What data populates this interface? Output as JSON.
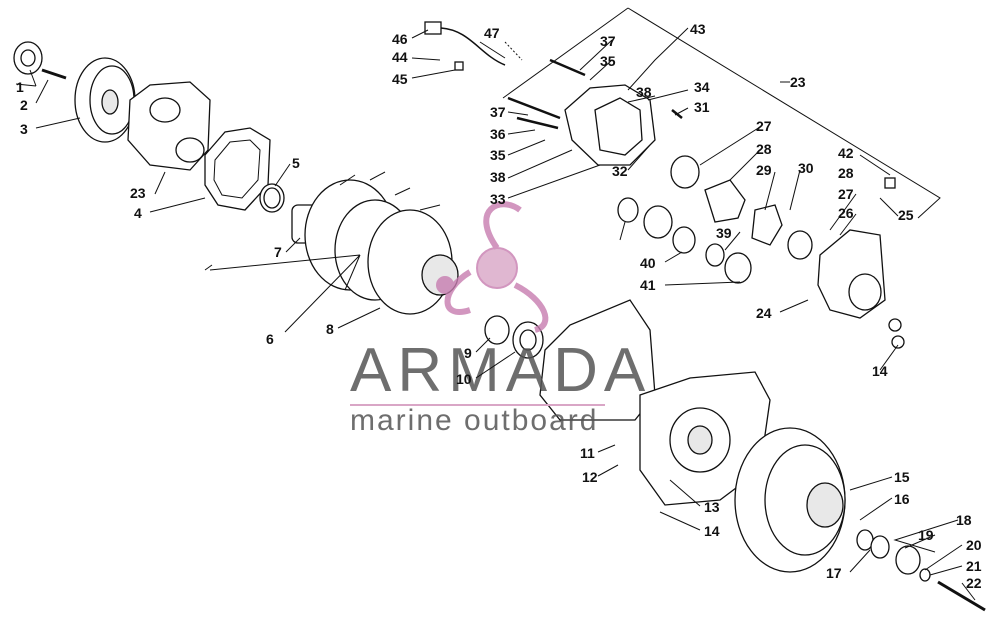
{
  "watermark": {
    "brand": "ARMADA",
    "tagline": "marine outboard",
    "logo_color": "#d9a6c6",
    "text_color": "#555555"
  },
  "callouts": [
    {
      "id": "c1",
      "label": "1"
    },
    {
      "id": "c2",
      "label": "2"
    },
    {
      "id": "c3",
      "label": "3"
    },
    {
      "id": "c4",
      "label": "4"
    },
    {
      "id": "c5",
      "label": "5"
    },
    {
      "id": "c6",
      "label": "6"
    },
    {
      "id": "c7",
      "label": "7"
    },
    {
      "id": "c8",
      "label": "8"
    },
    {
      "id": "c9",
      "label": "9"
    },
    {
      "id": "c10",
      "label": "10"
    },
    {
      "id": "c11",
      "label": "11"
    },
    {
      "id": "c12",
      "label": "12"
    },
    {
      "id": "c13",
      "label": "13"
    },
    {
      "id": "c14a",
      "label": "14"
    },
    {
      "id": "c14b",
      "label": "14"
    },
    {
      "id": "c15",
      "label": "15"
    },
    {
      "id": "c16",
      "label": "16"
    },
    {
      "id": "c17",
      "label": "17"
    },
    {
      "id": "c18",
      "label": "18"
    },
    {
      "id": "c19",
      "label": "19"
    },
    {
      "id": "c20",
      "label": "20"
    },
    {
      "id": "c21",
      "label": "21"
    },
    {
      "id": "c22",
      "label": "22"
    },
    {
      "id": "c23a",
      "label": "23"
    },
    {
      "id": "c23b",
      "label": "23"
    },
    {
      "id": "c24",
      "label": "24"
    },
    {
      "id": "c25",
      "label": "25"
    },
    {
      "id": "c26",
      "label": "26"
    },
    {
      "id": "c27a",
      "label": "27"
    },
    {
      "id": "c27b",
      "label": "27"
    },
    {
      "id": "c28a",
      "label": "28"
    },
    {
      "id": "c28b",
      "label": "28"
    },
    {
      "id": "c29",
      "label": "29"
    },
    {
      "id": "c30",
      "label": "30"
    },
    {
      "id": "c31",
      "label": "31"
    },
    {
      "id": "c32",
      "label": "32"
    },
    {
      "id": "c33",
      "label": "33"
    },
    {
      "id": "c34",
      "label": "34"
    },
    {
      "id": "c35a",
      "label": "35"
    },
    {
      "id": "c35b",
      "label": "35"
    },
    {
      "id": "c36",
      "label": "36"
    },
    {
      "id": "c37a",
      "label": "37"
    },
    {
      "id": "c37b",
      "label": "37"
    },
    {
      "id": "c38a",
      "label": "38"
    },
    {
      "id": "c38b",
      "label": "38"
    },
    {
      "id": "c39",
      "label": "39"
    },
    {
      "id": "c40",
      "label": "40"
    },
    {
      "id": "c41",
      "label": "41"
    },
    {
      "id": "c42",
      "label": "42"
    },
    {
      "id": "c43",
      "label": "43"
    },
    {
      "id": "c44",
      "label": "44"
    },
    {
      "id": "c45",
      "label": "45"
    },
    {
      "id": "c46",
      "label": "46"
    },
    {
      "id": "c47",
      "label": "47"
    }
  ]
}
